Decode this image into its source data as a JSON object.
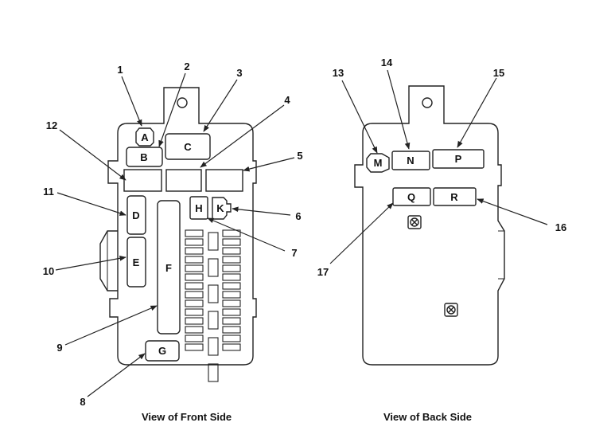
{
  "front": {
    "caption": "View of Front Side",
    "callouts": [
      "1",
      "2",
      "3",
      "4",
      "5",
      "6",
      "7",
      "8",
      "9",
      "10",
      "11",
      "12"
    ],
    "boxes": {
      "A": "A",
      "B": "B",
      "C": "C",
      "D": "D",
      "E": "E",
      "F": "F",
      "G": "G",
      "H": "H",
      "K": "K"
    }
  },
  "back": {
    "caption": "View of Back Side",
    "callouts": [
      "13",
      "14",
      "15",
      "16",
      "17"
    ],
    "boxes": {
      "M": "M",
      "N": "N",
      "P": "P",
      "Q": "Q",
      "R": "R"
    }
  }
}
